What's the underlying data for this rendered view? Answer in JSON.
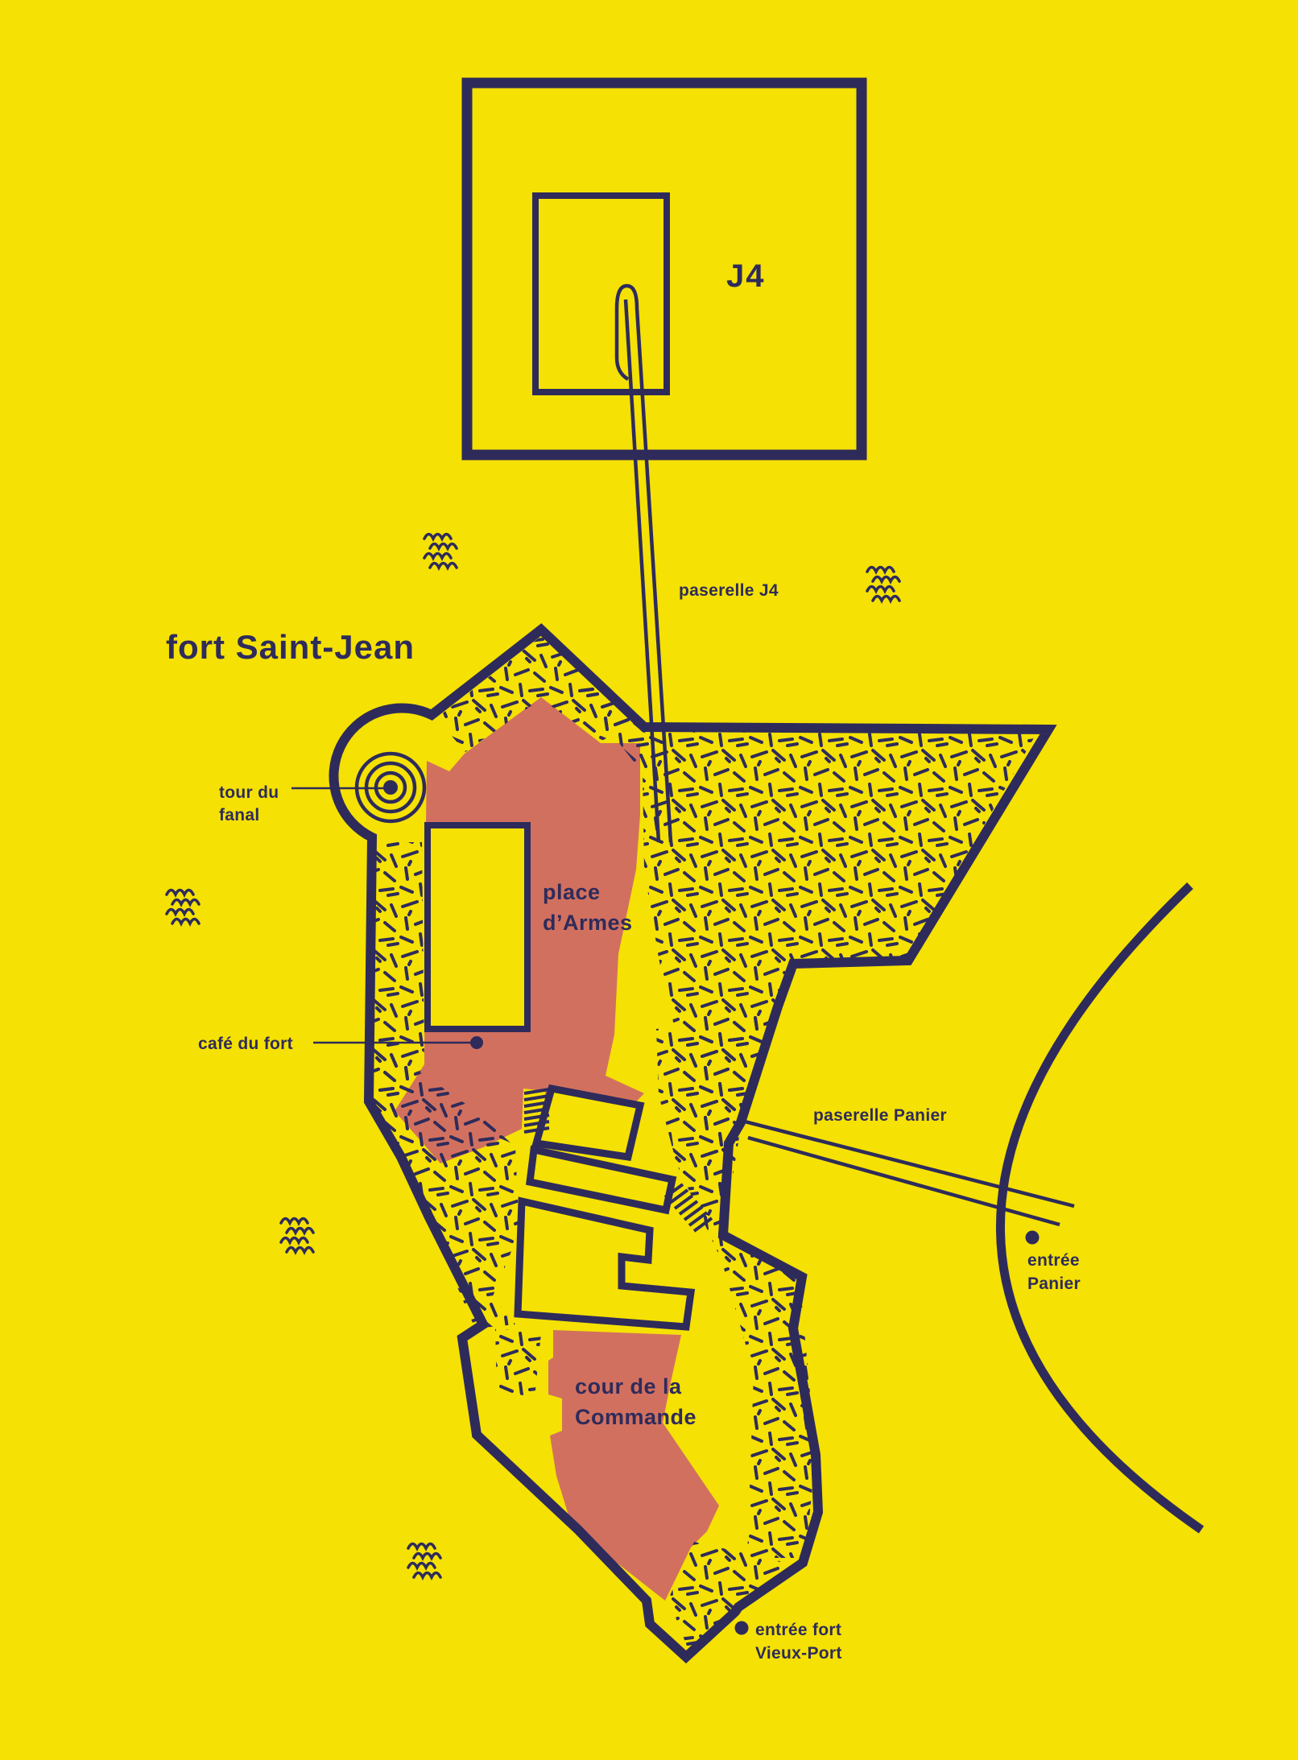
{
  "title": "fort Saint-Jean map",
  "colors": {
    "background": "#F5E103",
    "ink": "#2E2B5B",
    "courtyard_salmon": "#D2705F"
  },
  "labels": {
    "fort_name": "fort Saint-Jean",
    "j4": "J4",
    "paserelle_j4": "paserelle J4",
    "tour_du_fanal_line1": "tour du",
    "tour_du_fanal_line2": "fanal",
    "cafe_du_fort": "café du fort",
    "place_darmes_line1": "place",
    "place_darmes_line2": "d’Armes",
    "paserelle_panier": "paserelle Panier",
    "entree_panier_line1": "entrée",
    "entree_panier_line2": "Panier",
    "cour_commande_line1": "cour de la",
    "cour_commande_line2": "Commande",
    "entree_fort_line1": "entrée fort",
    "entree_fort_line2": "Vieux-Port"
  },
  "features": {
    "j4_building": "J4 esplanade building",
    "passerelle_j4": "footbridge from J4 to fort",
    "fort_wall": "fort Saint-Jean rampart outline",
    "tour_du_fanal": "lighthouse tower (concentric rings)",
    "place_darmes": "place d'Armes courtyard (salmon area)",
    "cour_commande": "cour de la Commande courtyard (salmon area)",
    "passerelle_panier": "footbridge to Panier district",
    "panier_shore": "Panier shoreline arc",
    "waves": "sea wave symbols",
    "markers": [
      "café du fort",
      "entrée Panier",
      "entrée fort Vieux-Port"
    ]
  }
}
